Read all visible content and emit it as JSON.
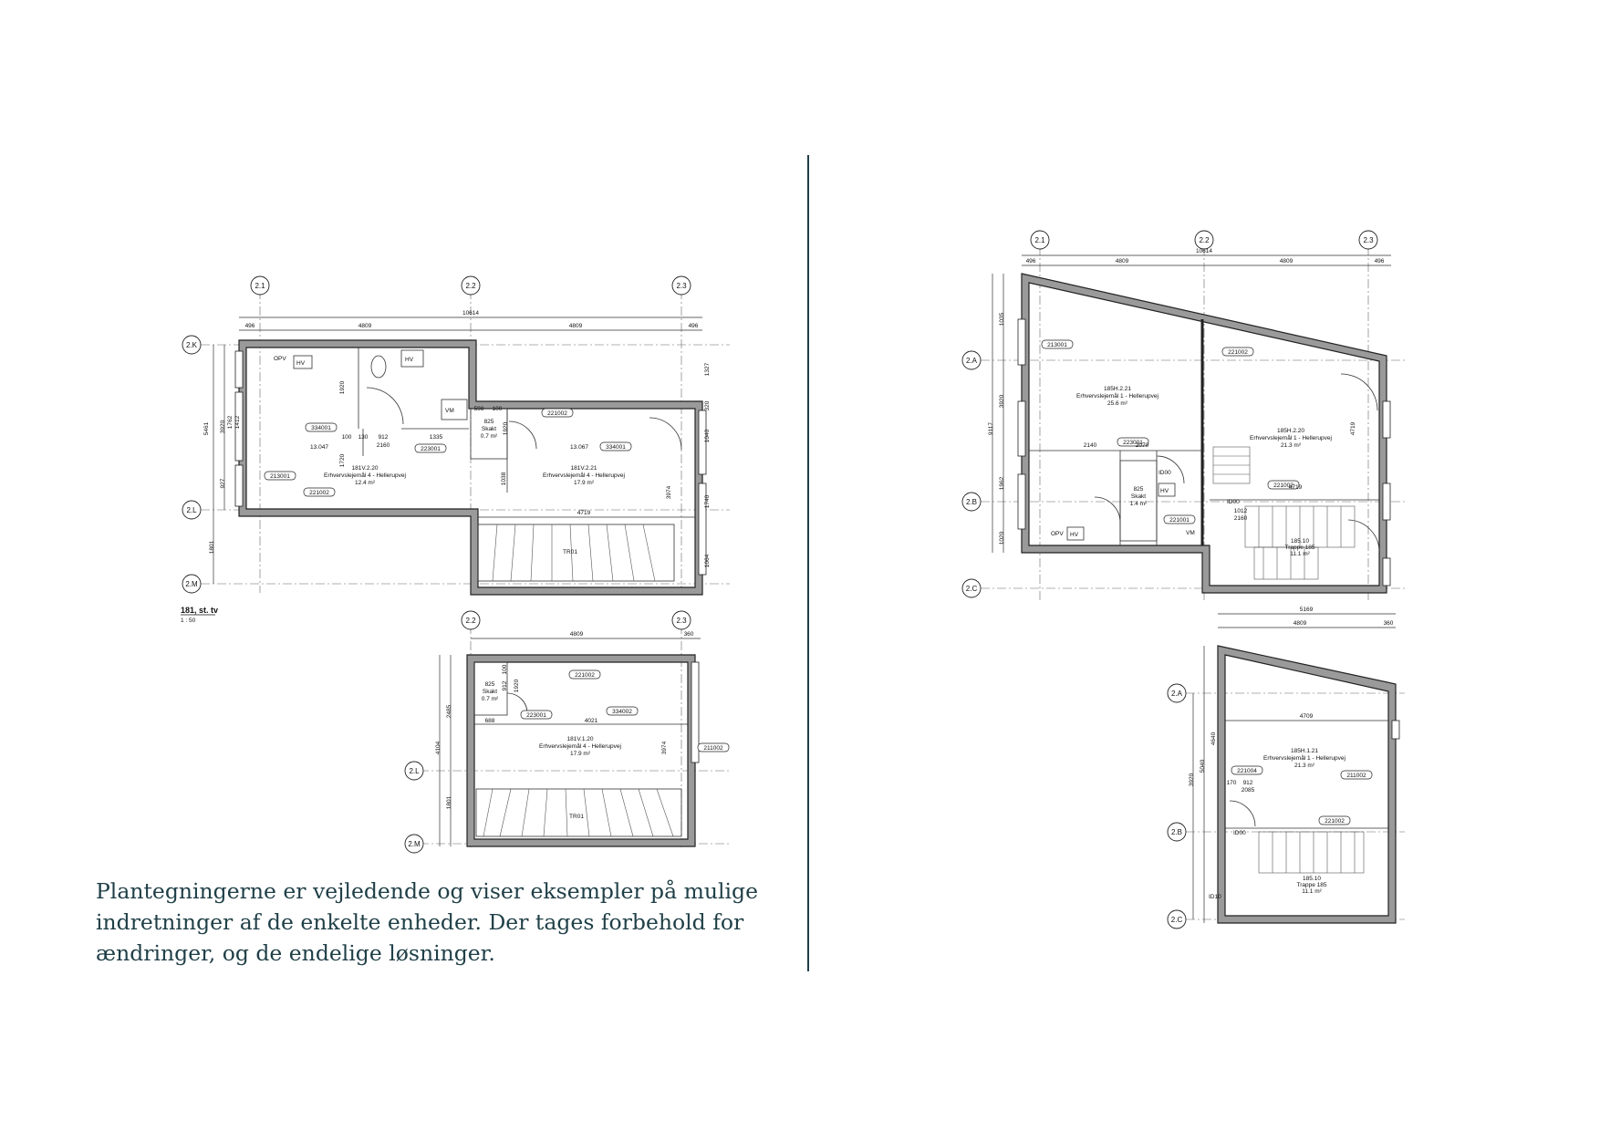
{
  "caption": {
    "line1": "Plantegningerne er vejledende og viser eksempler på mulige",
    "line2": "indretninger af de enkelte enheder. Der tages forbehold for",
    "line3": "ændringer, og de endelige løsninger."
  },
  "colors": {
    "caption_text": "#1f3f47",
    "divider": "#1f3f47",
    "wall_fill": "#9a9a9a",
    "line": "#222222"
  },
  "plan_left_ground": {
    "grid_cols": [
      "2.1",
      "2.2",
      "2.3"
    ],
    "grid_rows": [
      "2.K",
      "2.L",
      "2.M"
    ],
    "overall_dim": "10614",
    "dims_top": [
      "496",
      "4809",
      "4809",
      "496"
    ],
    "rooms": [
      {
        "id": "181V.2.20",
        "use": "Erhvervslejemål 4 - Hellerupvej",
        "area": "12.4 m²"
      },
      {
        "id": "181V.2.21",
        "use": "Erhvervslejemål 4 - Hellerupvej",
        "area": "17.9 m²"
      }
    ],
    "labels": [
      "OPV",
      "HV",
      "HV",
      "VM",
      "825",
      "Skakt",
      "0.7 m²",
      "TR01",
      "334001",
      "13.047",
      "213001",
      "221002",
      "223001",
      "221002",
      "13.067",
      "334001"
    ],
    "dims_misc": [
      "2160",
      "912",
      "1335",
      "130",
      "100",
      "598",
      "100",
      "4719",
      "1801",
      "5461",
      "3920",
      "1762",
      "1412",
      "927",
      "1920",
      "1720",
      "1038",
      "3974",
      "1740",
      "1040",
      "1064",
      "320",
      "1327",
      "1920"
    ],
    "title": "181, st. tv",
    "scale": "1 : 50"
  },
  "plan_left_upper": {
    "grid_cols": [
      "2.2",
      "2.3"
    ],
    "grid_rows": [
      "2.L",
      "2.M"
    ],
    "dims_top": [
      "4809",
      "360"
    ],
    "room": {
      "id": "181V.1.20",
      "use": "Erhvervslejemål 4 - Hellerupvej",
      "area": "17.9 m²"
    },
    "labels": [
      "825",
      "Skakt",
      "0.7 m²",
      "221002",
      "223001",
      "334002",
      "211002",
      "TR01"
    ],
    "dims_misc": [
      "688",
      "4021",
      "3974",
      "2485",
      "4104",
      "1801",
      "100",
      "912",
      "1920"
    ]
  },
  "plan_right_ground": {
    "grid_cols": [
      "2.1",
      "2.2",
      "2.3"
    ],
    "grid_rows": [
      "2.A",
      "2.B",
      "2.C"
    ],
    "overall_dim": "10614",
    "dims_top": [
      "496",
      "4809",
      "4809",
      "496"
    ],
    "rooms": [
      {
        "id": "185H.2.21",
        "use": "Erhvervslejemål 1 - Hellerupvej",
        "area": "25.6 m²"
      },
      {
        "id": "185H.2.20",
        "use": "Erhvervslejemål 1 - Hellerupvej",
        "area": "21.3 m²"
      },
      {
        "id": "185.10",
        "use": "Trappe 185",
        "area": "11.1 m²"
      },
      {
        "id": "825",
        "use": "Skakt",
        "area": "1.4 m²"
      }
    ],
    "labels": [
      "213001",
      "221002",
      "223001",
      "221002",
      "221001",
      "OPV",
      "HV",
      "VM",
      "HV",
      "ID00",
      "ID00"
    ],
    "dims_misc": [
      "2140",
      "2070",
      "4719",
      "1012",
      "2160",
      "4719",
      "9117",
      "3920",
      "1962",
      "1035",
      "1020"
    ]
  },
  "plan_right_upper": {
    "grid_rows": [
      "2.A",
      "2.B",
      "2.C"
    ],
    "dims_top": [
      "5169",
      "4809",
      "360"
    ],
    "rooms": [
      {
        "id": "185H.1.21",
        "use": "Erhvervslejemål 1 - Hellerupvej",
        "area": "21.3 m²"
      },
      {
        "id": "185.10",
        "use": "Trappe 185",
        "area": "11.1 m²"
      }
    ],
    "labels": [
      "221004",
      "211002",
      "221002",
      "ID00",
      "ID10"
    ],
    "dims_misc": [
      "4709",
      "912",
      "2085",
      "170",
      "4640",
      "5040",
      "3920"
    ]
  }
}
